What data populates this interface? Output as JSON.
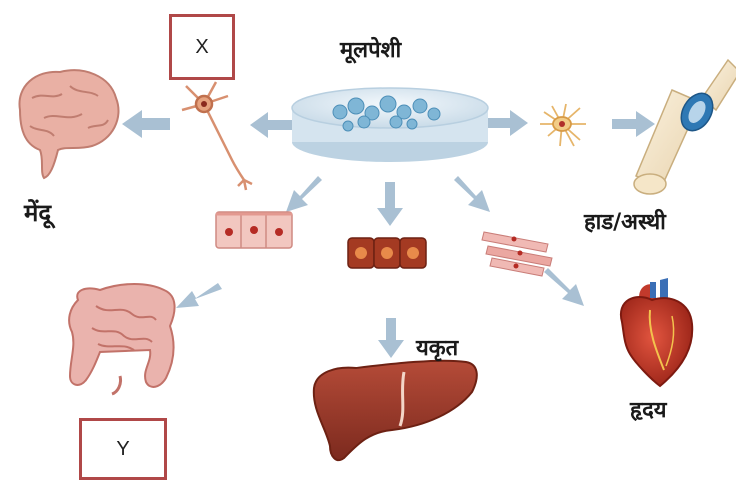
{
  "labels": {
    "stem_cell": "मूलपेशी",
    "brain": "मेंदू",
    "bone": "हाड/अस्थी",
    "liver": "यकृत",
    "heart": "हृदय"
  },
  "boxes": {
    "x": "X",
    "y": "Y"
  },
  "colors": {
    "arrow": "#a9c0d3",
    "box_border": "#b04848",
    "organ_red": "#a8402f",
    "brain_pink": "#e9b0a4"
  }
}
